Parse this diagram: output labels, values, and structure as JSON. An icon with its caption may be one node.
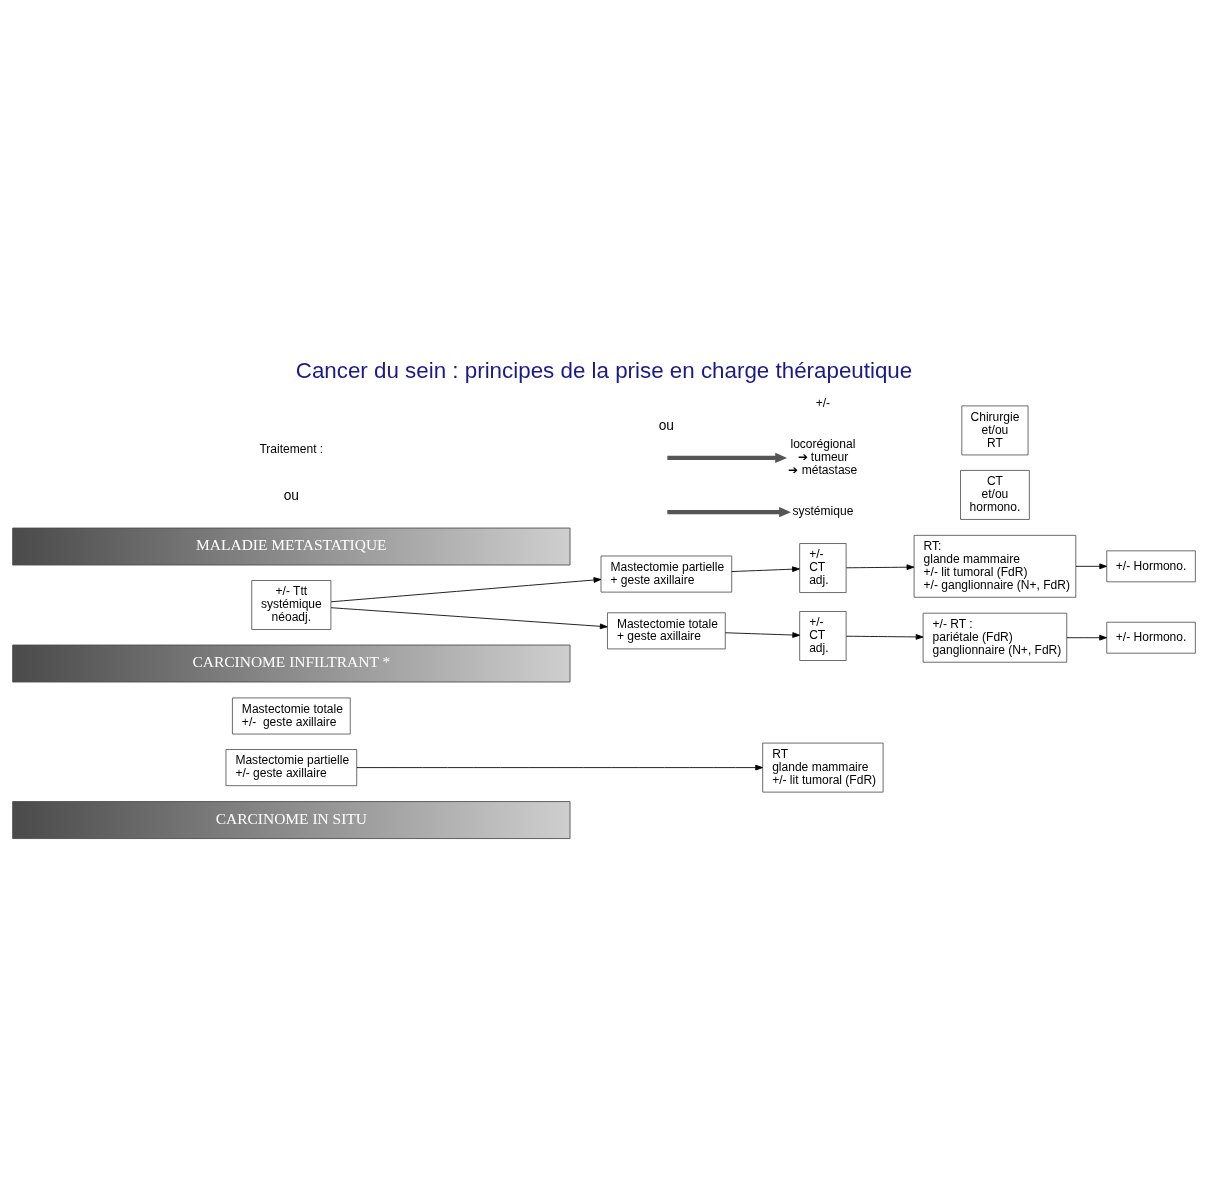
{
  "diagram": {
    "title": "Cancer du sein : principes de la prise en charge thérapeutique",
    "nodes": [
      {
        "text": [
          "CARCINOME IN SITU"
        ]
      },
      {
        "text": [
          "Mastectomie partielle",
          "+/- geste axillaire"
        ]
      },
      {
        "text": [
          "RT",
          "glande mammaire",
          "+/- lit tumoral (FdR)"
        ]
      },
      {
        "text": [
          "Mastectomie totale",
          "+/-  geste axillaire"
        ]
      },
      {
        "text": [
          "CARCINOME INFILTRANT *"
        ]
      },
      {
        "text": [
          "+/- Ttt",
          "systémique",
          "néoadj."
        ]
      },
      {
        "text": [
          "Mastectomie partielle",
          "+ geste axillaire"
        ]
      },
      {
        "text": [
          "+/-",
          "CT",
          "adj."
        ]
      },
      {
        "text": [
          "RT:",
          "glande mammaire",
          "+/- lit tumoral (FdR)",
          "+/- ganglionnaire (N+, FdR)"
        ]
      },
      {
        "text": [
          "+/- Hormono."
        ]
      },
      {
        "text": [
          "Mastectomie totale",
          "+ geste axillaire"
        ]
      },
      {
        "text": [
          "+/-",
          "CT",
          "adj."
        ]
      },
      {
        "text": [
          "+/- RT :",
          "pariétale (FdR)",
          "ganglionnaire (N+, FdR)"
        ]
      },
      {
        "text": [
          "+/- Hormono."
        ]
      },
      {
        "text": [
          "MALADIE METASTATIQUE"
        ]
      },
      {
        "text": [
          "systémique"
        ]
      },
      {
        "text": [
          "CT",
          "et/ou",
          "hormono."
        ]
      },
      {
        "text": [
          "locorégional",
          "➔ tumeur",
          "➔ métastase"
        ]
      },
      {
        "text": [
          "Chirurgie",
          "et/ou",
          "RT"
        ]
      }
    ],
    "edges": [
      {
        "from": 1,
        "to": 2,
        "arrow": "to"
      },
      {
        "from": 5,
        "to": 6,
        "arrow": "to"
      },
      {
        "from": 5,
        "to": 10,
        "arrow": "to"
      },
      {
        "from": 6,
        "to": 7,
        "arrow": "to"
      },
      {
        "from": 7,
        "to": 8,
        "arrow": "to"
      },
      {
        "from": 8,
        "to": 9,
        "arrow": "to"
      },
      {
        "from": 10,
        "to": 11,
        "arrow": "to"
      },
      {
        "from": 11,
        "to": 12,
        "arrow": "to"
      },
      {
        "from": 12,
        "to": 13,
        "arrow": "to"
      },
      {
        "from": null,
        "to": 15,
        "arrow": "to",
        "style": "thick",
        "color": "#555555"
      },
      {
        "from": null,
        "to": 17,
        "arrow": "to",
        "style": "thick",
        "color": "#555555"
      }
    ],
    "labels": [
      "ou",
      "ou",
      "Traitement :",
      "+/-"
    ]
  }
}
